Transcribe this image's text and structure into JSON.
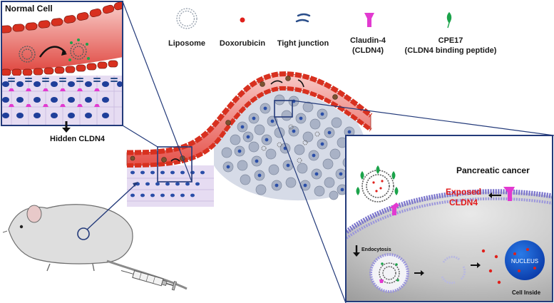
{
  "legend": {
    "liposome": "Liposome",
    "doxorubicin": "Doxorubicin",
    "tight_junction": "Tight junction",
    "claudin_line1": "Claudin-4",
    "claudin_line2": "(CLDN4)",
    "cpe_line1": "CPE17",
    "cpe_line2": "(CLDN4 binding peptide)"
  },
  "normal_panel": {
    "title": "Normal Cell",
    "caption": "Hidden CLDN4"
  },
  "cancer_panel": {
    "title": "Pancreatic cancer",
    "exposed_line1": "Exposed",
    "exposed_line2": "CLDN4",
    "endocytosis": "Endocytosis",
    "nucleus": "NUCLEUS",
    "cell_inside": "Cell Inside"
  },
  "colors": {
    "vessel_red": "#d93a32",
    "vessel_pink": "#f6b6b2",
    "nucleus_blue": "#1f3f9a",
    "claudin_magenta": "#e23ad0",
    "cpe_green": "#1ba34a",
    "dox_red": "#e0201b",
    "exposed_red": "#e11b1b",
    "tumor_cell": "#a9b2c6",
    "panel_border": "#233a7a"
  }
}
